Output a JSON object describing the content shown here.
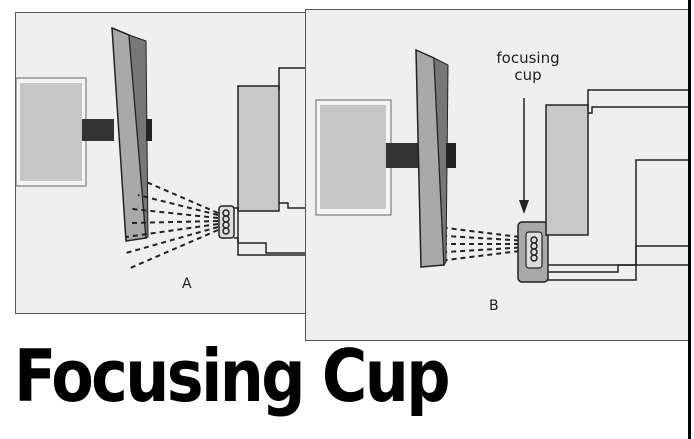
{
  "panels": {
    "a": {
      "label": "A"
    },
    "b": {
      "label": "B",
      "callout_line1": "focusing",
      "callout_line2": "cup"
    }
  },
  "title": "Focusing Cup",
  "colors": {
    "panel_bg": "#efefef",
    "block_gray": "#c8c8c8",
    "target_gray": "#a8a8a8",
    "ink": "#111111"
  }
}
